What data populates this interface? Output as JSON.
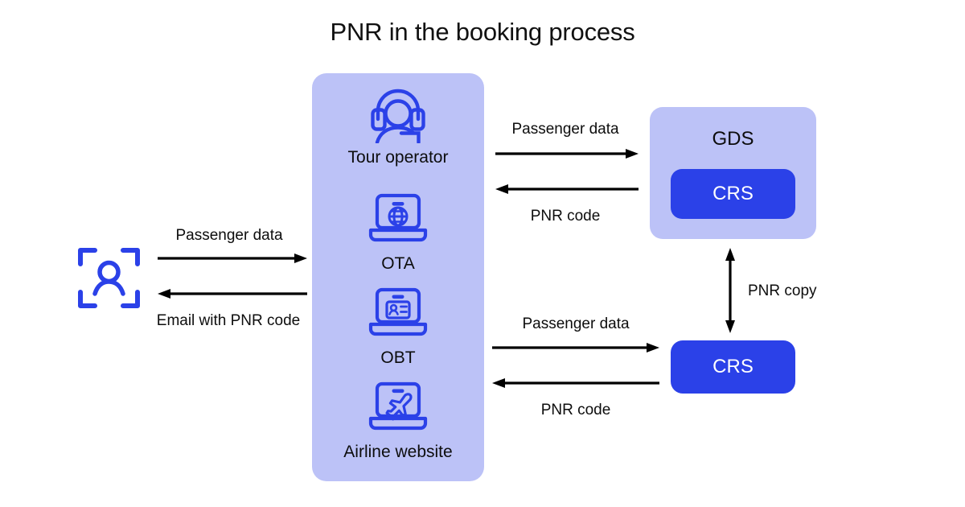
{
  "title": "PNR in the booking process",
  "colors": {
    "panel_fill": "#bcc2f7",
    "accent_blue": "#2b41e8",
    "text": "#0d0d0d",
    "white": "#ffffff",
    "background": "#ffffff"
  },
  "actor": {
    "icon": "person-scan-frame-icon",
    "name": "traveler"
  },
  "channel_panel": {
    "items": [
      {
        "label": "Tour operator",
        "icon": "headset-support-agent-icon"
      },
      {
        "label": "OTA",
        "icon": "laptop-globe-icon"
      },
      {
        "label": "OBT",
        "icon": "laptop-id-badge-icon"
      },
      {
        "label": "Airline website",
        "icon": "laptop-airplane-icon"
      }
    ]
  },
  "gds": {
    "label": "GDS",
    "inner_label": "CRS"
  },
  "crs_standalone": {
    "label": "CRS"
  },
  "flows": {
    "left_top": "Passenger data",
    "left_bottom": "Email with PNR code",
    "upper_right_top": "Passenger data",
    "upper_right_bottom": "PNR code",
    "lower_right_top": "Passenger data",
    "lower_right_bottom": "PNR code",
    "vertical": "PNR copy"
  }
}
